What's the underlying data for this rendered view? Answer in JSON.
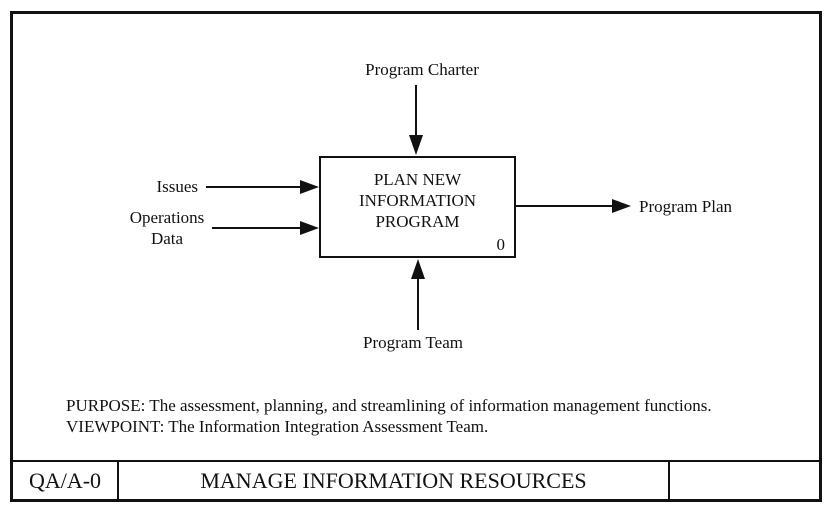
{
  "diagram": {
    "box": {
      "title_lines": [
        "PLAN NEW",
        "INFORMATION",
        "PROGRAM"
      ],
      "node_number": "0"
    },
    "labels": {
      "control_top": "Program Charter",
      "input_1": "Issues",
      "input_2_lines": [
        "Operations",
        "Data"
      ],
      "output": "Program Plan",
      "mechanism_bottom": "Program Team"
    },
    "notes": {
      "purpose": "PURPOSE: The assessment, planning, and streamlining of information management functions.",
      "viewpoint": "VIEWPOINT: The Information Integration Assessment Team."
    }
  },
  "title_bar": {
    "node_ref": "QA/A-0",
    "title": "MANAGE INFORMATION RESOURCES",
    "number_cell": ""
  },
  "colors": {
    "ink": "#111111",
    "background": "#ffffff"
  }
}
